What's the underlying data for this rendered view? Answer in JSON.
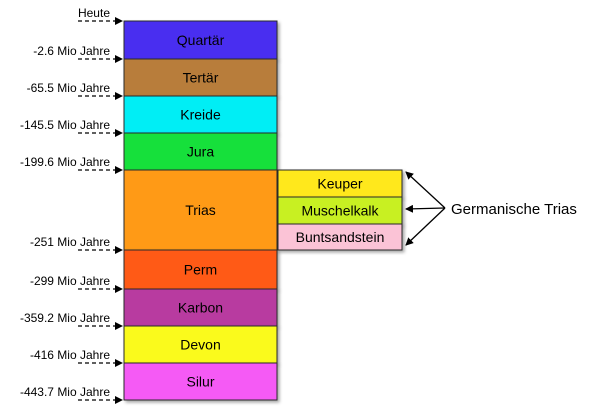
{
  "periods": [
    {
      "name": "Quartär",
      "color": "#4a2ef0"
    },
    {
      "name": "Tertär",
      "color": "#b87d3a"
    },
    {
      "name": "Kreide",
      "color": "#00eef5"
    },
    {
      "name": "Jura",
      "color": "#18e03a"
    },
    {
      "name": "Trias",
      "color": "#ff9a12"
    },
    {
      "name": "Perm",
      "color": "#ff5a12"
    },
    {
      "name": "Karbon",
      "color": "#b83aa0"
    },
    {
      "name": "Devon",
      "color": "#fafa1a"
    },
    {
      "name": "Silur",
      "color": "#f55af5"
    }
  ],
  "trias_subdivisions": [
    {
      "name": "Keuper",
      "color": "#ffe81a"
    },
    {
      "name": "Muschelkalk",
      "color": "#c8f020"
    },
    {
      "name": "Buntsandstein",
      "color": "#fbc3d6"
    }
  ],
  "time_markers": [
    "Heute",
    "-2.6 Mio Jahre",
    "-65.5 Mio Jahre",
    "-145.5 Mio Jahre",
    "-199.6 Mio Jahre",
    "-251 Mio Jahre",
    "-299 Mio Jahre",
    "-359.2 Mio Jahre",
    "-416 Mio Jahre",
    "-443.7 Mio Jahre"
  ],
  "bracket": {
    "label": "Germanische Trias"
  }
}
